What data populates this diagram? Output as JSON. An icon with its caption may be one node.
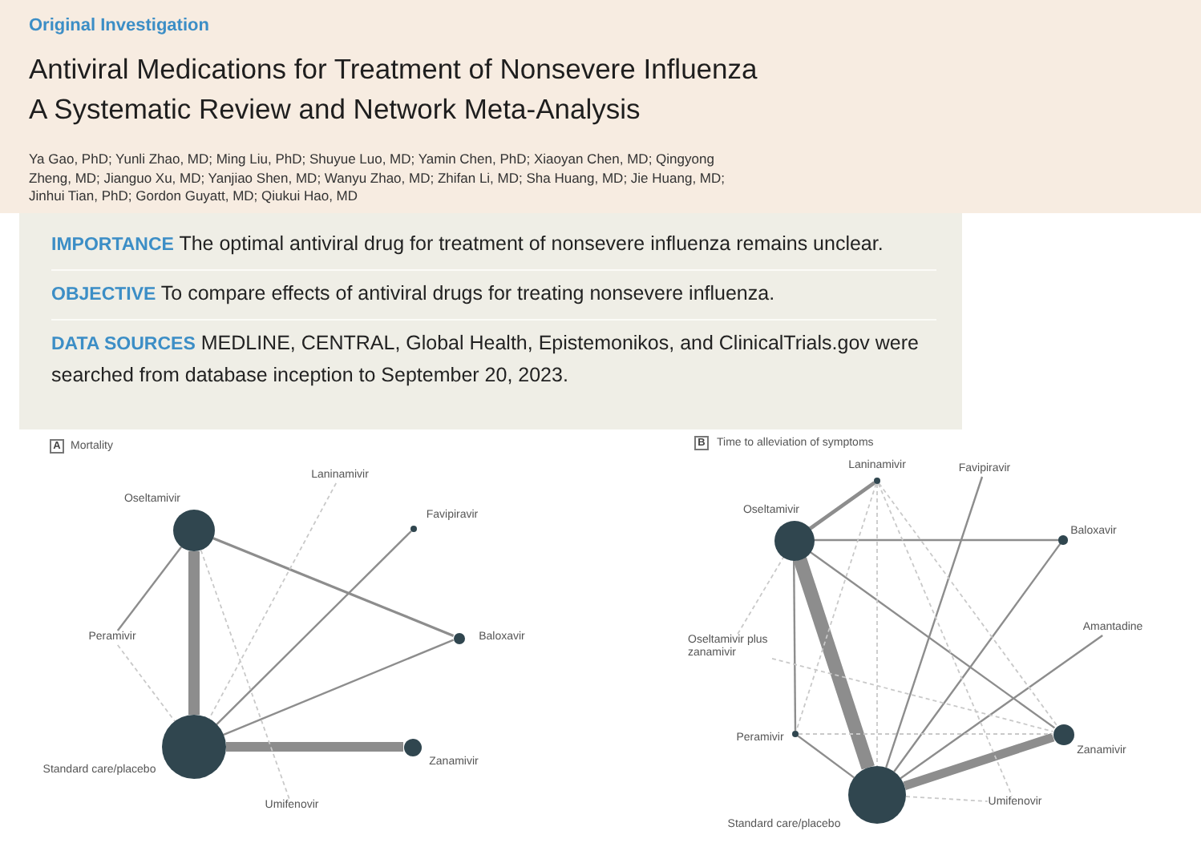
{
  "diagram": {
    "nodes": [
      {
        "text": [
          "Original Investigation",
          "Antiviral Medications for Treatment of Nonsevere Influenza",
          "A Systematic Review and Network Meta-Analysis",
          "Ya Gao, PhD; Yunli Zhao, MD; Ming Liu, PhD; Shuyue Luo, MD; Yamin Chen, PhD; Xiaoyan Chen, MD; Qingyong Zheng, MD; Jianguo Xu, MD; Yanjiao Shen, MD; Wanyu Zhao, MD; Zhifan Li, MD; Sha Huang, MD; Jie Huang, MD; Jinhui Tian, PhD; Gordon Guyatt, MD; Qiukui Hao, MD"
        ]
      },
      {
        "text": [
          "**IMPORTANCE** The optimal antiviral drug for treatment of nonsevere influenza remains unclear.",
          "**OBJECTIVE** To compare effects of antiviral drugs for treating nonsevere influenza.",
          "**DATA SOURCES** MEDLINE, CENTRAL, Global Health, Epistemonikos, and ClinicalTrials.gov were searched from database inception to September 20, 2023."
        ]
      },
      {
        "text": [
          "A"
        ],
        "beside": [
          "Mortality"
        ]
      },
      {
        "text": [
          "Laninamivir"
        ]
      },
      {
        "text": [],
        "shape": "circle",
        "beside": [
          "Oseltamivir"
        ]
      },
      {
        "text": [],
        "shape": "circle",
        "beside": [
          "Favipiravir"
        ]
      },
      {
        "text": [
          "Peramivir"
        ]
      },
      {
        "text": [],
        "shape": "circle",
        "beside": [
          "Baloxavir"
        ]
      },
      {
        "text": [],
        "shape": "circle",
        "beside": [
          "Standard care/placebo"
        ]
      },
      {
        "text": [],
        "shape": "circle",
        "beside": [
          "Zanamivir"
        ]
      },
      {
        "text": [
          "Umifenovir"
        ]
      },
      {
        "text": [
          "B"
        ],
        "beside": [
          "Time to alleviation of symptoms"
        ]
      },
      {
        "text": [],
        "shape": "circle",
        "beside": [
          "Laninamivir"
        ]
      },
      {
        "text": [
          "Favipiravir"
        ]
      },
      {
        "text": [],
        "shape": "circle",
        "beside": [
          "Oseltamivir"
        ]
      },
      {
        "text": [],
        "shape": "circle",
        "beside": [
          "Baloxavir"
        ]
      },
      {
        "text": [
          "Amantadine"
        ]
      },
      {
        "text": [
          "Oseltamivir plus zanamivir"
        ]
      },
      {
        "text": [],
        "shape": "circle",
        "beside": [
          "Peramivir"
        ]
      },
      {
        "text": [],
        "shape": "circle",
        "beside": [
          "Zanamivir"
        ]
      },
      {
        "text": [],
        "shape": "circle",
        "beside": [
          "Standard care/placebo"
        ]
      },
      {
        "text": [
          "Umifenovir"
        ]
      }
    ],
    "edges": [
      {
        "from": 4,
        "to": 8,
        "arrow": "none",
        "style": "thick"
      },
      {
        "from": 4,
        "to": 7,
        "arrow": "none"
      },
      {
        "from": 4,
        "to": 6,
        "arrow": "none"
      },
      {
        "from": 8,
        "to": 5,
        "arrow": "none"
      },
      {
        "from": 8,
        "to": 7,
        "arrow": "none"
      },
      {
        "from": 8,
        "to": 9,
        "arrow": "none",
        "style": "thick"
      },
      {
        "from": 3,
        "to": 8,
        "arrow": "none",
        "style": "dashed",
        "color": "#c9c9c9"
      },
      {
        "from": 4,
        "to": 10,
        "arrow": "none",
        "style": "dashed",
        "color": "#c9c9c9"
      },
      {
        "from": 6,
        "to": 8,
        "arrow": "none",
        "style": "dashed",
        "color": "#c9c9c9"
      },
      {
        "from": 14,
        "to": 12,
        "arrow": "none"
      },
      {
        "from": 14,
        "to": 15,
        "arrow": "none"
      },
      {
        "from": 14,
        "to": 20,
        "arrow": "none",
        "style": "thick"
      },
      {
        "from": 14,
        "to": 19,
        "arrow": "none"
      },
      {
        "from": 14,
        "to": 18,
        "arrow": "none"
      },
      {
        "from": 18,
        "to": 20,
        "arrow": "none"
      },
      {
        "from": 20,
        "to": 19,
        "arrow": "none",
        "style": "thick"
      },
      {
        "from": 20,
        "to": 13,
        "arrow": "none"
      },
      {
        "from": 20,
        "to": 15,
        "arrow": "none"
      },
      {
        "from": 20,
        "to": 16,
        "arrow": "none"
      },
      {
        "from": 12,
        "to": 20,
        "arrow": "none",
        "style": "dashed",
        "color": "#c9c9c9"
      },
      {
        "from": 12,
        "to": 18,
        "arrow": "none",
        "style": "dashed",
        "color": "#c9c9c9"
      },
      {
        "from": 12,
        "to": 21,
        "arrow": "none",
        "style": "dashed",
        "color": "#c9c9c9"
      },
      {
        "from": 12,
        "to": 19,
        "arrow": "none",
        "style": "dashed",
        "color": "#c9c9c9"
      },
      {
        "from": 17,
        "to": 14,
        "arrow": "none",
        "style": "dashed",
        "color": "#c9c9c9"
      },
      {
        "from": 17,
        "to": 19,
        "arrow": "none",
        "style": "dashed",
        "color": "#c9c9c9"
      },
      {
        "from": 18,
        "to": 19,
        "arrow": "none",
        "style": "dashed",
        "color": "#c9c9c9"
      },
      {
        "from": 20,
        "to": 21,
        "arrow": "none",
        "style": "dashed",
        "color": "#c9c9c9"
      }
    ]
  }
}
